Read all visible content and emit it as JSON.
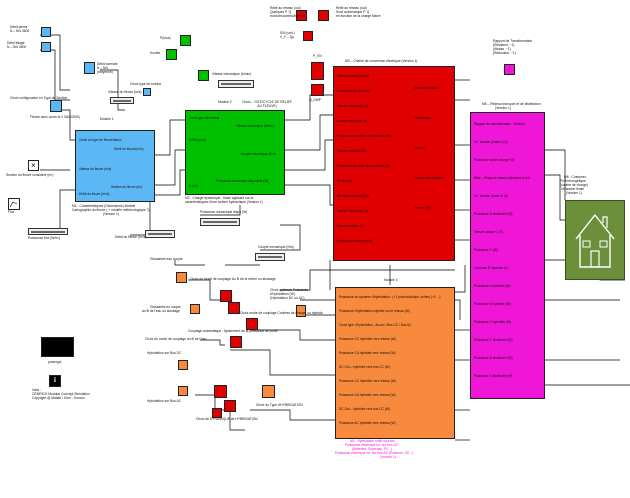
{
  "colors": {
    "red": "#e00000",
    "green": "#00c000",
    "blue": "#5cb7f5",
    "orange": "#f78a3c",
    "magenta": "#f016d8",
    "house_bg": "#6b8f3a",
    "house_line": "#ffffff",
    "wire": "#000000"
  },
  "top_left": {
    "const1_label": "Débit pleins",
    "const1_value": "N – N/s 360/l",
    "const2_label": "Débit étiage",
    "const2_value": "N – N/s 360/l",
    "const3_label": "Débit normale",
    "const3_value": "N – N/s",
    "const3_sub": "(Moyenne)",
    "choix_turbine_label": "Choix type de turbine",
    "vitesse_fleuve_label": "Vitesse du fleuve (m/s)",
    "choix_section_label": "Choix configuration en Type de Section",
    "fleuve_ctrl_label": "Fleuve avec cours et 2 SAISONS)",
    "section_fleuve_label": "Section du fleuve consideré (m²)",
    "flux_label": "Flux",
    "puissance_flux_label": "Puissance flux (W/m²)"
  },
  "module1": {
    "title": "Module 1",
    "in1": "Choix du type de fleuve/laison",
    "in2": "Débit du fleuve(m³/s)",
    "in3": "Vitesse du fleuve (m/s)",
    "in4": "Section du fleuve (m²)",
    "in5": "Débit du fleuve (m³/s)",
    "caption_line1": "M1 - Caractéristiques (Dimensions) Modèle",
    "caption_line2": "Cartographie du fleuve ( + modèle météorologique ?)",
    "caption_line3": "(Version 1)"
  },
  "module2": {
    "title": "Module 2",
    "header": "Choix... GITE/CYCLE DE RELIEF AU FLEUVE)",
    "in1": "Choix type de turbine",
    "in2": "Vitesse mécanique (tr/min)",
    "in3": "Débit (m³/s)",
    "in4": "Couple mécanique (Nm)",
    "in5": "Puissance mécanique disponible (W)",
    "in6": "A (m²)",
    "caption_line1": "M2 - Charge dynamique : fluide agissant sur la",
    "caption_line2": "caractéristiques d'une turbine hydraulique (Version 1)",
    "pmeca_label": "Puissance mécanique dispo (W)",
    "vitesse_meca_label": "Vitesse mécanique (tr/min)",
    "couple_meca_label": "Couple mécanique (Nm)",
    "debit_fleuve_label": "Débit du fleuve (m³/s)"
  },
  "module3": {
    "title": "M3 – Chaîne de conversion électrique (Version 1)",
    "rows": [
      "Vitesse turbine (tr/min)",
      "Puissance générée (W)",
      "Tension redressée (V)",
      "Courant redressé (A)",
      "Puissance en entrée de l'onduleur (W)",
      "Tension onduleur (V)",
      "Puissance de sortie de l'onduleur (W)",
      "Pertes (W)",
      "Rendement global (%)",
      "Tension du réseau (V)",
      "Courant réseau (A)",
      "Puissance électrique (W)"
    ],
    "right_rows": [
      "Etat de la chaîne",
      "Paramètres",
      "Cos phi",
      "Facteur de puissance",
      "Tension (V)"
    ],
    "top_label1": "Relié au réseau (oui)",
    "top_label2": "Quelques P. Q",
    "top_label3": "mono/tri/continu/hybride",
    "top_label4": "Relié au réseau (oui)",
    "top_label5": "Suivi automatique P. Q",
    "top_label6": "en fonction de la charge fictive",
    "sn_label": "S/N (unit.)",
    "vf_label": "V_F – Qp",
    "pvn_label": "P_VN",
    "pwm_label": "Q_OMP",
    "mode_label": "Mode"
  },
  "module4": {
    "title": "Module 4",
    "header": "Choix optimum Puissance d'hybridation (W) (Hybridation DC ou AC)",
    "rows": [
      "Puissance du système d'hybridation : (+1 photovoltaïque, éolien) (+1 ...)",
      "Puissance d'hybridation injectée sur le réseau (W)",
      "Choix type d'hybridation : Aucun / Bus CC / Bus AC",
      "Puissance CC hybridée vers réseau (W)",
      "Puissance CA hybridée vers réseau (W)",
      "DC Out – hybridée vers bus CC (W)",
      "Puissance CC hybridée vers réseau (W)",
      "Puissance CA hybridée vers réseau (W)",
      "DC Out – hybridée vers bus CC (W)",
      "Puissance AC hybridée vers réseau (W)"
    ],
    "caption_line1": "M4 - Hybridation multi-sources",
    "caption_line2": "Puissance électrique tot. sur bus DC",
    "caption_line3": "(Batteries, Supercap, PV...)",
    "caption_line4": "Puissance électrique tot. sur bus AC (Éolienne, GE...)",
    "caption_line5": "(Version 1)",
    "ctrl1": "Choix du mode de couplage Au fil de la rivière ou stockage",
    "ctrl2": "Choix mode de couplage Courbes de charge, ou hybride",
    "ctrl3": "Couplage automatique : Ajustement de la puissance de sortie",
    "ctrl4": "Hybridation sur Bus DC",
    "ctrl5": "Hybridation sur Bus AC",
    "ctrl6": "Choix de DYNAMIQUE de HYBRIDATION",
    "ctrl7": "Choix du Type d'HYBRIDATION",
    "glob_label1": "Choix optimum Puissance",
    "glob_label2": "d'hybridation (W)",
    "glob_label3": "(Hybridation DC ou AC)",
    "hybrid_label": "Hybridation",
    "rendement_label": "Rendement du stockage",
    "cout_label": "Courbes en couple de charge et stock"
  },
  "module5": {
    "title": "M5 – Réseau transport et de distribution",
    "subtitle": "(Version 1)",
    "rows": [
      "Rapport de transformation : Tension",
      "Ta : tension phase A (V)",
      "Puissance active charge (W)",
      "Mise – Etage du réseau (tension) en kV",
      "Ta : tension phase B (V)",
      "Puissance B distribuée (W)",
      "Tension phase C (V)",
      "Puissance C (W)",
      "La phase B hybridée (V)",
      "Puissance A hybridée (W)",
      "Puissance B hybridée (W)",
      "Puissance C hybridée (W)",
      "Puissance C distribuée (W)",
      "Puissance D distribuée (W)",
      "Puissance E distribuée (W)"
    ],
    "rapport_label1": "Rapport de Transformation",
    "rapport_label2": "(Élévateur, ~1)",
    "rapport_label3": "(Abaiss. ~1)",
    "rapport_label4": "(Réducteur, ~1)"
  },
  "module6": {
    "caption_line1": "M6 - Customer,",
    "caption_line2": "Profil énergétique",
    "caption_line3": "(courbe de charge)",
    "caption_line4": "Utilisation finale",
    "caption_line5": "(Version 1)"
  },
  "bottom_left": {
    "powergui_label": "powergui",
    "info_label": "Info",
    "info_line1": "Infos :",
    "info_line2": "CEMRICH Modular Concept Simulation",
    "info_line3": "Copyright @ Matlab / Gerc - Kourou"
  },
  "displays": {
    "d1": "Débit du fleuve (m³/s)",
    "d2": "Puissance mécanique dispo (W)",
    "d3": "Couple mécanique (Nm)"
  },
  "misc": {
    "puiss_label": "P(tous)",
    "kawall_label": "Koulée",
    "choix_fleuve_label": "Choix configuration fleuve",
    "glossaire1_label": "Glossaires eau couple",
    "glossaire2_label": "Glossaires en couple",
    "choix_charge_label": "Choix du mode de couplage au fil de l'eau",
    "stockage_label": "au fil de l'eau ou stockage"
  }
}
